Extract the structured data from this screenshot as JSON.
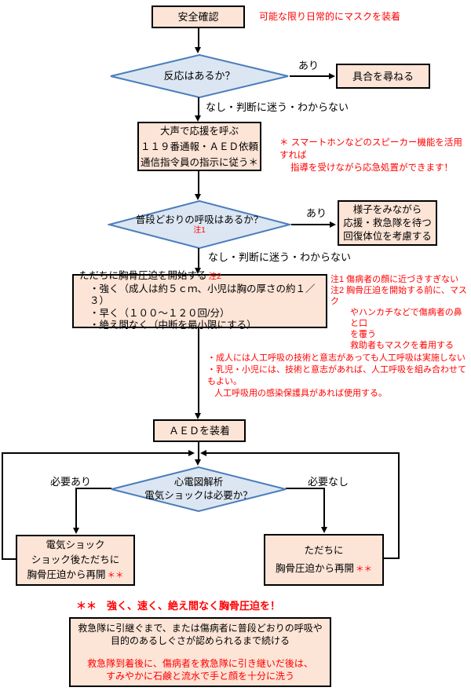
{
  "colors": {
    "node_fill": "#fce4d6",
    "node_border": "#000000",
    "diamond_fill": "#dce6f2",
    "diamond_border": "#4a7ebb",
    "note_red": "#ff0000"
  },
  "flow": {
    "safety": {
      "label": "安全確認",
      "note": "可能な限り日常的にマスクを装着"
    },
    "response": {
      "question": "反応はあるか？",
      "yes": "あり",
      "yes_target": "具合を尋ねる",
      "no": "なし・判断に迷う・わからない"
    },
    "call": {
      "lines": [
        "大声で応援を呼ぶ",
        "１１９番通報・ＡＥＤ依頼",
        "通信指令員の指示に従う＊"
      ],
      "note_lines": [
        "＊ スマートホンなどのスピーカー機能を活用すれば",
        "指導を受けながら応急処置ができます！"
      ]
    },
    "breathing": {
      "question": "普段どおりの呼吸はあるか？",
      "ref": "注1",
      "yes": "あり",
      "no": "なし・判断に迷う・わからない",
      "yes_target_lines": [
        "様子をみながら",
        "応援・救急隊を待つ",
        "回復体位を考慮する"
      ]
    },
    "cpr": {
      "title": "ただちに胸骨圧迫を開始する",
      "title_ref": "注2",
      "items": [
        "・強く（成人は約５ｃｍ、小児は胸の厚さの約１／３）",
        "・早く（１００～１２０回/分）",
        "・絶え間なく（中断を最小限にする）"
      ],
      "mask_note_lines": [
        "注1 傷病者の顔に近づきすぎない",
        "注2 胸骨圧迫を開始する前に、マスク",
        "やハンカチなどで傷病者の鼻と口",
        "を覆う",
        "救助者もマスクを着用する"
      ],
      "breath_note_lines": [
        "・成人には人工呼吸の技術と意志があっても人工呼吸は実施しない",
        "・乳児・小児には、技術と意志があれば、人工呼吸を組み合わせてもよい。",
        "人工呼吸用の感染保護具があれば使用する。"
      ]
    },
    "aed": {
      "label": "ＡＥＤを装着"
    },
    "ecg": {
      "line1": "心電図解析",
      "line2": "電気ショックは必要か？",
      "yes": "必要あり",
      "no": "必要なし"
    },
    "shock": {
      "l1": "電気ショック",
      "l2": "ショック後ただちに",
      "l3": "胸骨圧迫から再開",
      "ref": "＊＊"
    },
    "resume": {
      "l1": "ただちに",
      "l2": "胸骨圧迫から再開",
      "ref": "＊＊"
    },
    "footer": {
      "compress_note": "＊＊　強く、速く、絶え間なく胸骨圧迫を！",
      "continue_lines": [
        "救急隊に引継ぐまで、または傷病者に普段どおりの呼吸や",
        "目的のあるしぐさが認められるまで続ける"
      ],
      "wash_lines": [
        "救急隊到着後に、傷病者を救急隊に引き継いだ後は、",
        "すみやかに石鹸と流水で手と顔を十分に洗う"
      ]
    }
  }
}
